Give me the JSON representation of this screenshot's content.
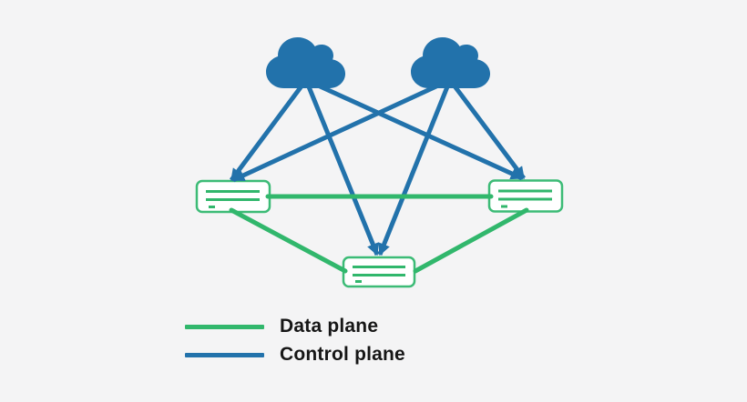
{
  "colors": {
    "background": "#f4f4f5",
    "control_plane_blue": "#2272ab",
    "data_plane_green": "#31b76c",
    "node_border_green": "#3cbb76",
    "node_fill": "#ffffff",
    "legend_text": "#161616"
  },
  "diagram": {
    "clouds": [
      {
        "id": "cloud-left"
      },
      {
        "id": "cloud-right"
      }
    ],
    "nodes": [
      {
        "id": "switch-left"
      },
      {
        "id": "switch-right"
      },
      {
        "id": "switch-bottom"
      }
    ],
    "edges": [
      {
        "from": "cloud-left",
        "to": "switch-left",
        "plane": "control",
        "arrow": true
      },
      {
        "from": "cloud-left",
        "to": "switch-right",
        "plane": "control",
        "arrow": true
      },
      {
        "from": "cloud-left",
        "to": "switch-bottom",
        "plane": "control",
        "arrow": true
      },
      {
        "from": "cloud-right",
        "to": "switch-left",
        "plane": "control",
        "arrow": true
      },
      {
        "from": "cloud-right",
        "to": "switch-right",
        "plane": "control",
        "arrow": true
      },
      {
        "from": "cloud-right",
        "to": "switch-bottom",
        "plane": "control",
        "arrow": true
      },
      {
        "from": "switch-left",
        "to": "switch-right",
        "plane": "data",
        "arrow": false
      },
      {
        "from": "switch-left",
        "to": "switch-bottom",
        "plane": "data",
        "arrow": false
      },
      {
        "from": "switch-bottom",
        "to": "switch-right",
        "plane": "data",
        "arrow": false
      }
    ]
  },
  "legend": {
    "items": [
      {
        "label": "Data plane",
        "color": "#31b76c"
      },
      {
        "label": "Control plane",
        "color": "#2272ab"
      }
    ]
  }
}
